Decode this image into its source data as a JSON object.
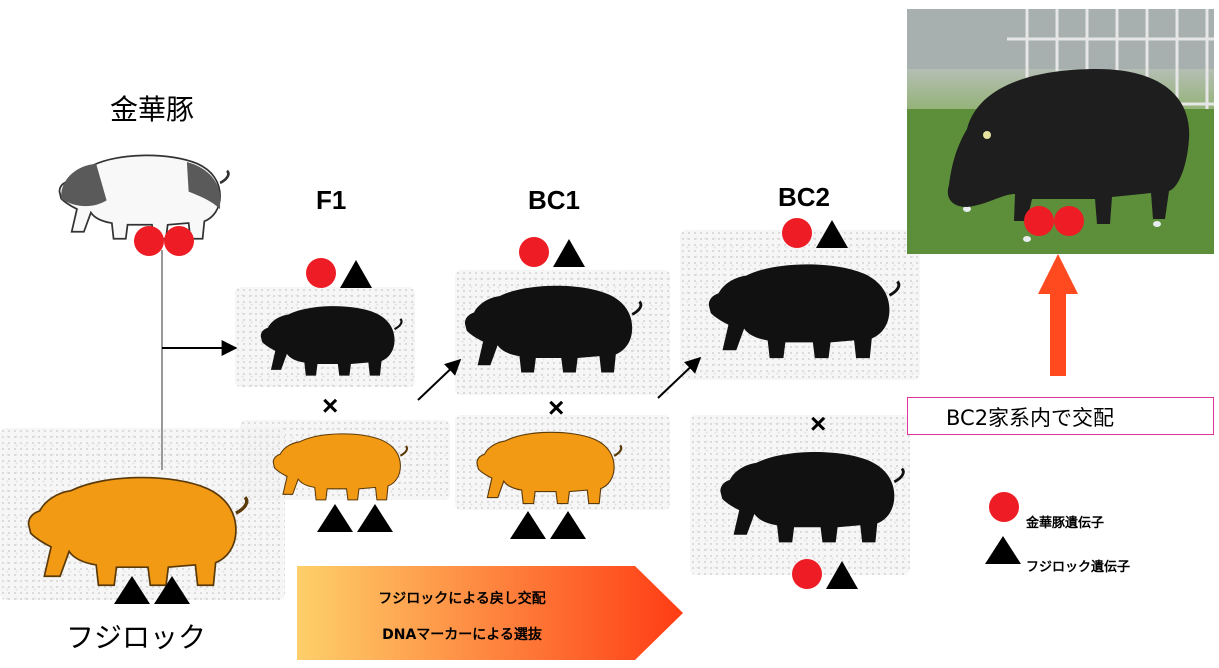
{
  "breeds": {
    "kinkaton": "金華豚",
    "fujirock": "フジロック"
  },
  "generations": {
    "f1": "F1",
    "bc1": "BC1",
    "bc2": "BC2"
  },
  "cross_symbol": "×",
  "bc2_mating_label": "BC2家系内で交配",
  "banner": {
    "line1": "フジロックによる戻し交配",
    "line2": "DNAマーカーによる選抜"
  },
  "legend": {
    "circle_label": "金華豚遺伝子",
    "triangle_label": "フジロック遺伝子"
  },
  "colors": {
    "kinkaton_gene": "#ee1c24",
    "fujirock_gene": "#000000",
    "fujirock_pig": "#f29a14",
    "black_pig": "#111111",
    "kinkaton_pig_spots": "#5a5a5a",
    "big_arrow": "#ff4a1f",
    "box_border": "#e0349a",
    "banner_start": "#fdd06a",
    "banner_end": "#ff3c14"
  }
}
